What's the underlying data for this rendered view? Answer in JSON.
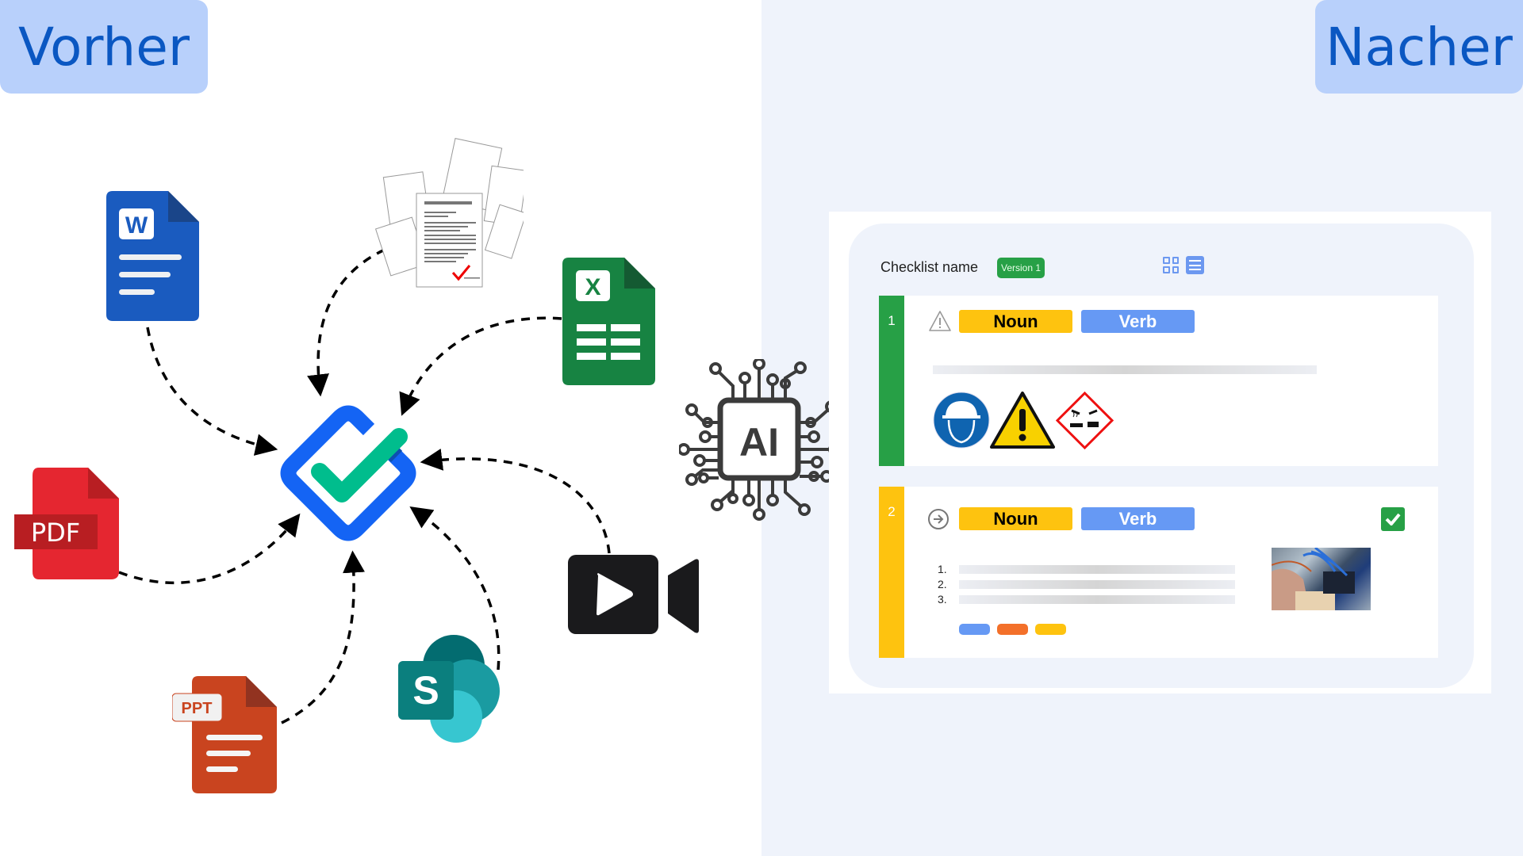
{
  "labels": {
    "before": "Vorher",
    "after": "Nacher"
  },
  "sources": [
    {
      "name": "word-document",
      "icon": "word-icon",
      "label": "W"
    },
    {
      "name": "paper-documents",
      "icon": "paper-stack-icon"
    },
    {
      "name": "excel-spreadsheet",
      "icon": "excel-icon",
      "label": "X"
    },
    {
      "name": "pdf-document",
      "icon": "pdf-icon",
      "label": "PDF"
    },
    {
      "name": "video",
      "icon": "video-camera-icon"
    },
    {
      "name": "sharepoint",
      "icon": "sharepoint-icon",
      "label": "S"
    },
    {
      "name": "powerpoint-document",
      "icon": "ppt-icon",
      "label": "PPT"
    }
  ],
  "hub": {
    "icon": "checklist-logo-icon"
  },
  "ai": {
    "label": "AI",
    "icon": "ai-chip-icon"
  },
  "checklist": {
    "title": "Checklist name",
    "version": "Version 1",
    "view_icons": [
      "grid-view-icon",
      "list-view-icon"
    ],
    "items": [
      {
        "number": "1",
        "bar_color": "#27a046",
        "status_icon": "warning-outline-icon",
        "noun": "Noun",
        "verb": "Verb",
        "safety_icons": [
          "hard-hat-required-icon",
          "warning-sign-icon",
          "corrosive-hazard-icon"
        ]
      },
      {
        "number": "2",
        "bar_color": "#fec30f",
        "status_icon": "arrow-circle-right-icon",
        "noun": "Noun",
        "verb": "Verb",
        "steps": [
          "1.",
          "2.",
          "3."
        ],
        "pill_colors": [
          "#6699f4",
          "#f3702a",
          "#fec30f"
        ],
        "checked": true
      }
    ]
  },
  "colors": {
    "badge_bg": "#b8d0fb",
    "badge_text": "#0a57c2",
    "right_bg": "#eff3fb",
    "logo_blue": "#1464f4",
    "logo_green": "#00bd8d"
  }
}
